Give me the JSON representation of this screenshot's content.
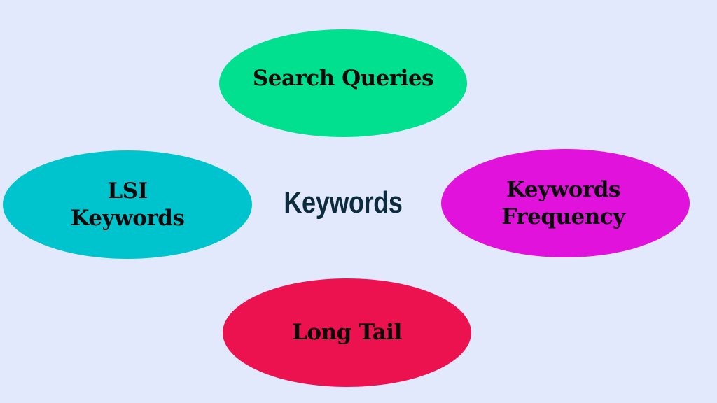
{
  "diagram": {
    "background_color": "#e3e9fc",
    "center": {
      "label": "Keywords",
      "color": "#0d2b3e"
    },
    "nodes": [
      {
        "id": "search-queries",
        "label": "Search Queries",
        "color": "#00e08f",
        "position": "top"
      },
      {
        "id": "lsi-keywords",
        "label": "LSI\nKeywords",
        "color": "#00c4cd",
        "position": "left"
      },
      {
        "id": "keywords-frequency",
        "label": "Keywords\nFrequency",
        "color": "#e012dc",
        "position": "right"
      },
      {
        "id": "long-tail",
        "label": "Long Tail",
        "color": "#ec1250",
        "position": "bottom"
      }
    ]
  }
}
